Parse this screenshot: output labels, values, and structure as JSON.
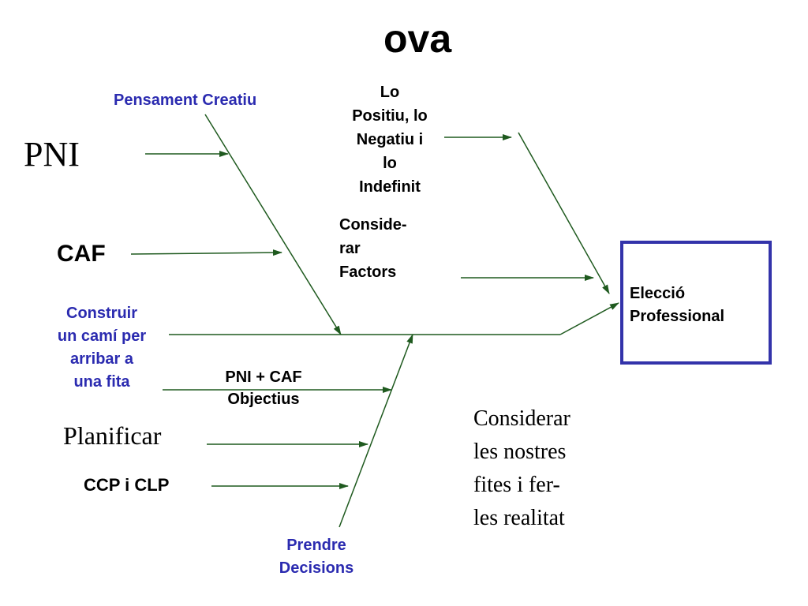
{
  "title": "ova",
  "labels": {
    "pensament_creatiu": "Pensament Creatiu",
    "pni": "PNI",
    "caf": "CAF",
    "construir": [
      "Construir",
      "un camí per",
      "arribar a",
      "una fita"
    ],
    "lo_positiu": [
      "Lo",
      "Positiu, lo",
      "Negatiu i",
      "lo",
      "Indefinit"
    ],
    "considerar_factors": [
      "Conside-",
      "rar",
      "Factors"
    ],
    "pni_caf_objectius": [
      "PNI + CAF",
      "Objectius"
    ],
    "planificar": "Planificar",
    "ccp_clp": "CCP i CLP",
    "prendre_decisions": [
      "Prendre",
      "Decisions"
    ],
    "considerar_fites": [
      "Considerar",
      "les nostres",
      "fites i fer-",
      "les realitat"
    ],
    "eleccio": [
      "Elecció",
      "Professional"
    ]
  },
  "colors": {
    "line": "#1f5a1f",
    "box_border": "#3333aa",
    "blue_text": "#2b2bb0"
  }
}
